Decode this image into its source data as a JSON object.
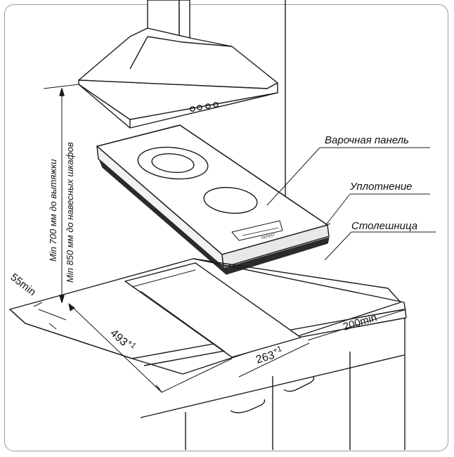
{
  "labels": {
    "hob": "Варочная панель",
    "seal": "Уплотнение",
    "countertop": "Столешница"
  },
  "vertical_notes": {
    "hood_clearance": "Min 700 мм до вытяжки",
    "cabinet_clearance": "Min 850 мм до навесных шкафов"
  },
  "dimensions": {
    "front_offset": "55min",
    "side_offset": "200min",
    "cutout_depth_value": "493",
    "cutout_depth_tol": "+1",
    "cutout_width_value": "263",
    "cutout_width_tol": "+1"
  },
  "brand_mark": "GEFEST",
  "colors": {
    "line": "#1a1a1a",
    "frame": "#9a9a9a",
    "hob_dark": "#2b2b2b"
  }
}
